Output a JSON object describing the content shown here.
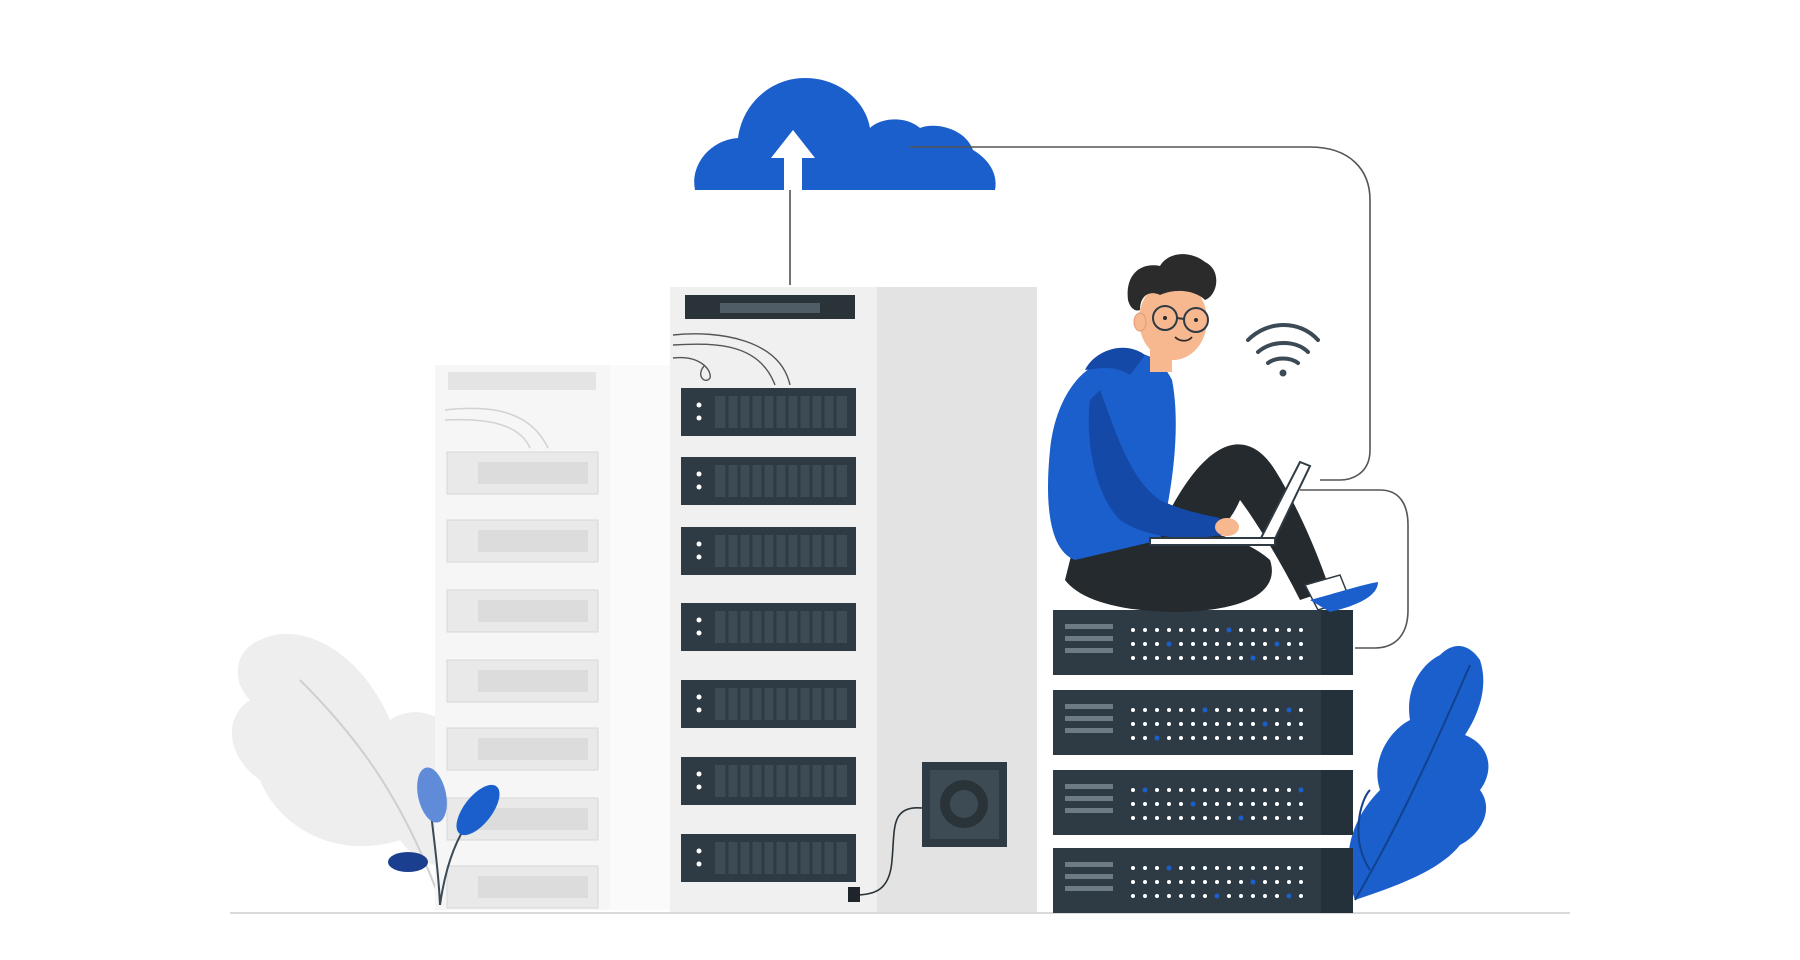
{
  "illustration": {
    "elements": [
      "cloud-upload-icon",
      "server-tower-background",
      "server-tower-main",
      "server-stack",
      "person-with-laptop",
      "wifi-icon",
      "power-connector-box",
      "leaf-plants"
    ]
  },
  "colors": {
    "accent_blue": "#1b5fcc",
    "light_blue": "#5f8bd9",
    "dark_rack": "#2f3b44",
    "mid_rack": "#3b4a55",
    "panel_gray": "#f0f0f0",
    "panel_gray_dark": "#e0e0e0",
    "faded_gray": "#f5f5f5",
    "line_gray": "#555555",
    "skin": "#f7b78f",
    "hair": "#2b2b2b",
    "pants": "#252a2e",
    "white": "#ffffff"
  }
}
